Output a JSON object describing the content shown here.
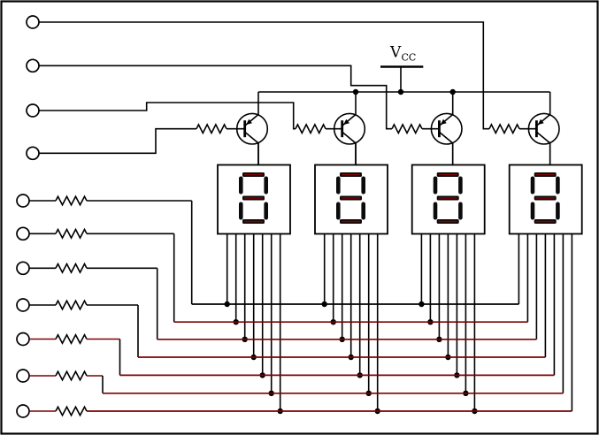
{
  "diagram": {
    "kind": "circuit-schematic",
    "description": "Four-digit seven-segment LED display multiplexing circuit with PNP digit-driver transistors and segment series resistors",
    "visible_text": [
      "VCC"
    ]
  },
  "power": {
    "label_main": "V",
    "label_sub": "CC"
  },
  "colors": {
    "background": "#ffffff",
    "border": "#000000",
    "wire": "#000000",
    "bus_wire": "#7c0101",
    "junction_dot": "#000000",
    "segment_on": "#0b0b0b",
    "segment_accent": "#7c0101",
    "component_fill": "#ffffff"
  },
  "inputs": {
    "digit_select_terminals": {
      "count": 4,
      "shape": "open-circle"
    },
    "segment_terminals": {
      "count": 7,
      "shape": "open-circle",
      "series_resistors": 7
    }
  },
  "transistors": {
    "count": 4,
    "type": "PNP",
    "base_resistors": 4,
    "emitters_to": "VCC rail",
    "collectors_to": "display common pin"
  },
  "displays": {
    "count": 4,
    "type": "seven-segment",
    "digit_shown": "8",
    "segments_lit": [
      "a",
      "b",
      "c",
      "d",
      "e",
      "f",
      "g"
    ],
    "bottom_pins_each": 7,
    "top_pins_each": 1
  },
  "buses": {
    "count": 7,
    "first_bus_color": "#000000",
    "other_bus_color": "#7c0101"
  },
  "junction_dots": {
    "on_vcc_rail": 3,
    "on_segment_buses": 21
  }
}
